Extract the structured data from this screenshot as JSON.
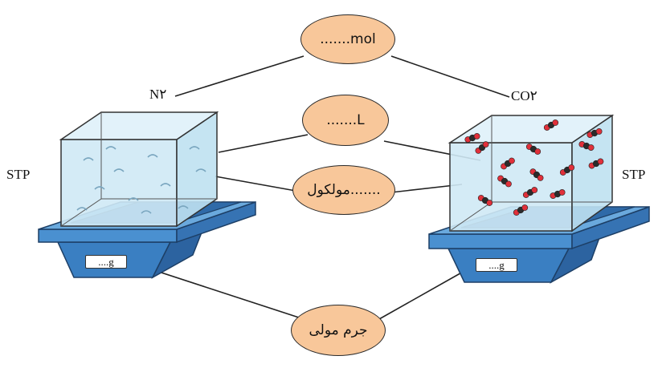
{
  "labels": {
    "left_gas": "N۲",
    "right_gas": "CO۲",
    "left_condition": "STP",
    "right_condition": "STP"
  },
  "ovals": {
    "moles": ".......mol",
    "volume": ".......L",
    "molecules": "مولکول.......",
    "molar_mass": "جرم مولی"
  },
  "scales": {
    "left_display": "....g",
    "right_display": "....g"
  },
  "colors": {
    "oval_fill": "#f8c79a",
    "scale_blue": "#3b82c4",
    "gas_box": "#cde9f6",
    "co2_oxygen": "#e0303a",
    "co2_carbon": "#2b2b2b"
  }
}
